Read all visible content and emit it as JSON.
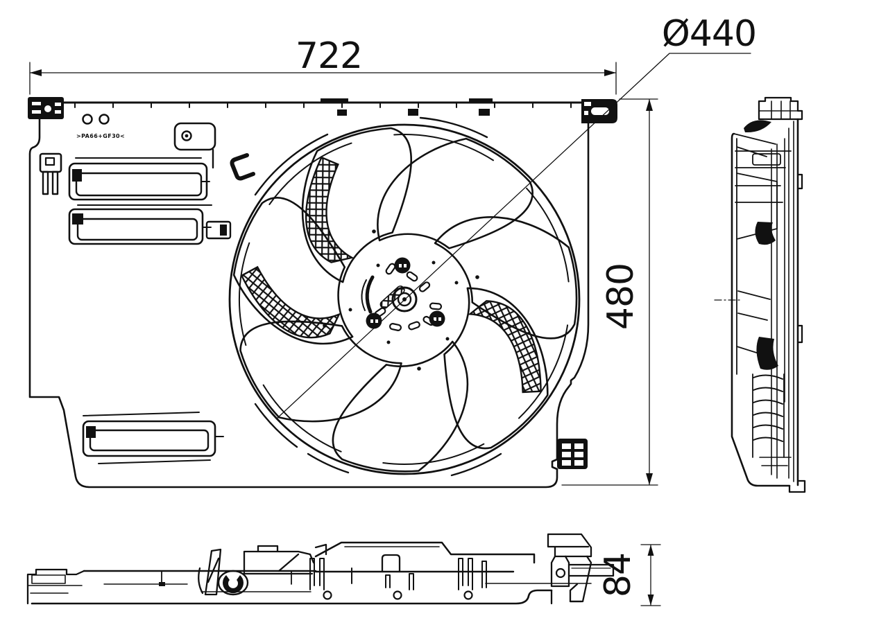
{
  "drawing": {
    "colors": {
      "line": "#111111",
      "background": "#ffffff"
    },
    "dimensions": {
      "width": "722",
      "height": "480",
      "fan_diameter": "Ø440",
      "depth": "84"
    },
    "material_marking": ">PA66+GF30<"
  }
}
